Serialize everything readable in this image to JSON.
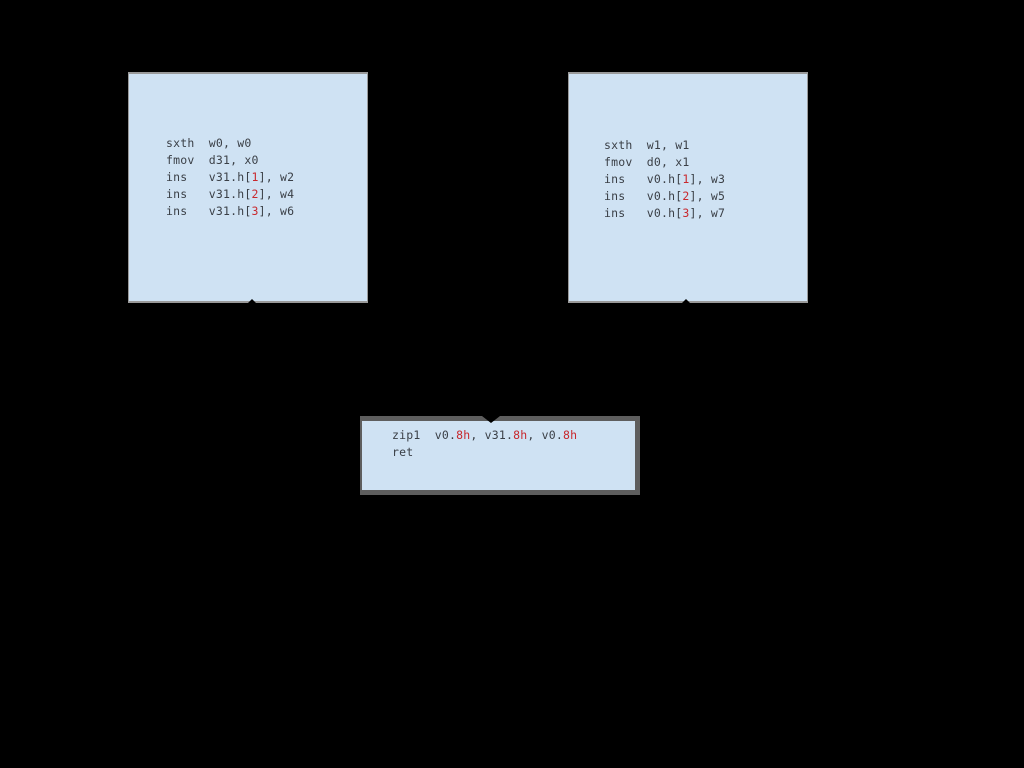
{
  "diagram": {
    "type": "control-flow-graph",
    "background": "#000000",
    "block_fill": "#cfe2f3",
    "highlight_color": "#c8282d",
    "text_color": "#3a3f46",
    "blocks": [
      {
        "id": "left",
        "lines": [
          {
            "op": "sxth",
            "args": [
              {
                "t": "w0, w0"
              }
            ]
          },
          {
            "op": "fmov",
            "args": [
              {
                "t": "d31, x0"
              }
            ]
          },
          {
            "op": "ins",
            "args": [
              {
                "t": "v31.h["
              },
              {
                "t": "1",
                "hl": true
              },
              {
                "t": "], w2"
              }
            ]
          },
          {
            "op": "ins",
            "args": [
              {
                "t": "v31.h["
              },
              {
                "t": "2",
                "hl": true
              },
              {
                "t": "], w4"
              }
            ]
          },
          {
            "op": "ins",
            "args": [
              {
                "t": "v31.h["
              },
              {
                "t": "3",
                "hl": true
              },
              {
                "t": "], w6"
              }
            ]
          }
        ]
      },
      {
        "id": "right",
        "lines": [
          {
            "op": "sxth",
            "args": [
              {
                "t": "w1, w1"
              }
            ]
          },
          {
            "op": "fmov",
            "args": [
              {
                "t": "d0, x1"
              }
            ]
          },
          {
            "op": "ins",
            "args": [
              {
                "t": "v0.h["
              },
              {
                "t": "1",
                "hl": true
              },
              {
                "t": "], w3"
              }
            ]
          },
          {
            "op": "ins",
            "args": [
              {
                "t": "v0.h["
              },
              {
                "t": "2",
                "hl": true
              },
              {
                "t": "], w5"
              }
            ]
          },
          {
            "op": "ins",
            "args": [
              {
                "t": "v0.h["
              },
              {
                "t": "3",
                "hl": true
              },
              {
                "t": "], w7"
              }
            ]
          }
        ]
      },
      {
        "id": "merge",
        "lines": [
          {
            "op": "zip1",
            "args": [
              {
                "t": "v0."
              },
              {
                "t": "8h",
                "hl": true
              },
              {
                "t": ", v31."
              },
              {
                "t": "8h",
                "hl": true
              },
              {
                "t": ", v0."
              },
              {
                "t": "8h",
                "hl": true
              }
            ]
          },
          {
            "op": "ret",
            "args": []
          }
        ]
      }
    ],
    "edges": [
      {
        "from": "left",
        "to": "merge"
      },
      {
        "from": "right",
        "to": "merge"
      }
    ]
  }
}
